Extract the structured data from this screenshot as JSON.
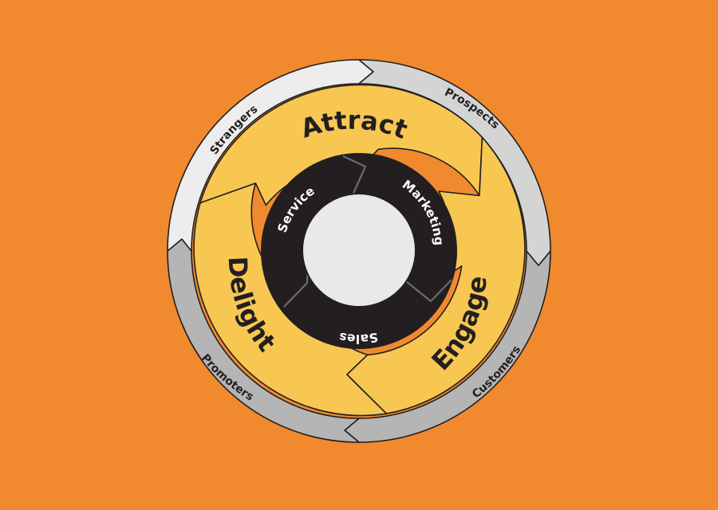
{
  "colors": {
    "background": "#F18A2E",
    "outer_light": "#EDEDED",
    "outer_mid": "#D4D4D4",
    "outer_dark": "#B5B5B5",
    "stage": "#F7C752",
    "inner": "#231F20",
    "hub": "#E9E9E9",
    "outline": "#231F20"
  },
  "outer_ring": {
    "strangers": "Strangers",
    "prospects": "Prospects",
    "customers": "Customers",
    "promoters": "Promoters"
  },
  "stages": {
    "attract": "Attract",
    "engage": "Engage",
    "delight": "Delight"
  },
  "inner_ring": {
    "marketing": "Marketing",
    "sales": "Sales",
    "service": "Service"
  }
}
